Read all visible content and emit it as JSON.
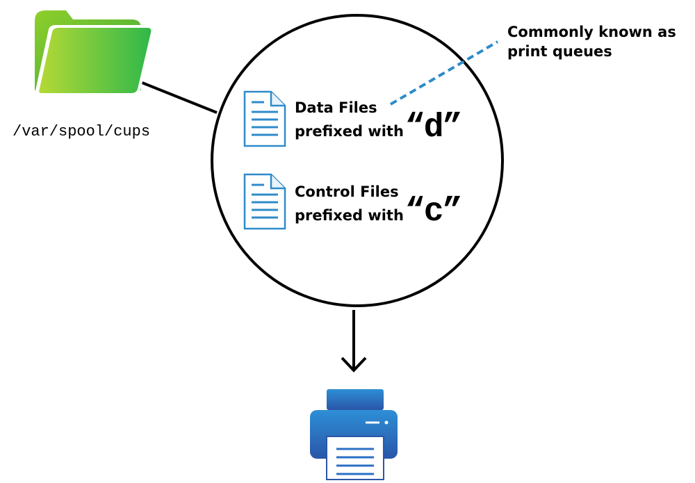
{
  "folder": {
    "path": "/var/spool/cups",
    "icon": "folder-icon",
    "color": "#5cbf2f"
  },
  "note": {
    "line1": "Commonly known as",
    "line2": "print queues"
  },
  "files": [
    {
      "icon": "document-icon",
      "line1": "Data Files",
      "line2": "prefixed with",
      "letter": "“d”"
    },
    {
      "icon": "document-icon",
      "line1": "Control Files",
      "line2": "prefixed with",
      "letter": "“c”"
    }
  ],
  "printer": {
    "icon": "printer-icon",
    "color": "#2a6fc4"
  },
  "colors": {
    "accent": "#2e8bc9",
    "stroke": "#000000"
  }
}
